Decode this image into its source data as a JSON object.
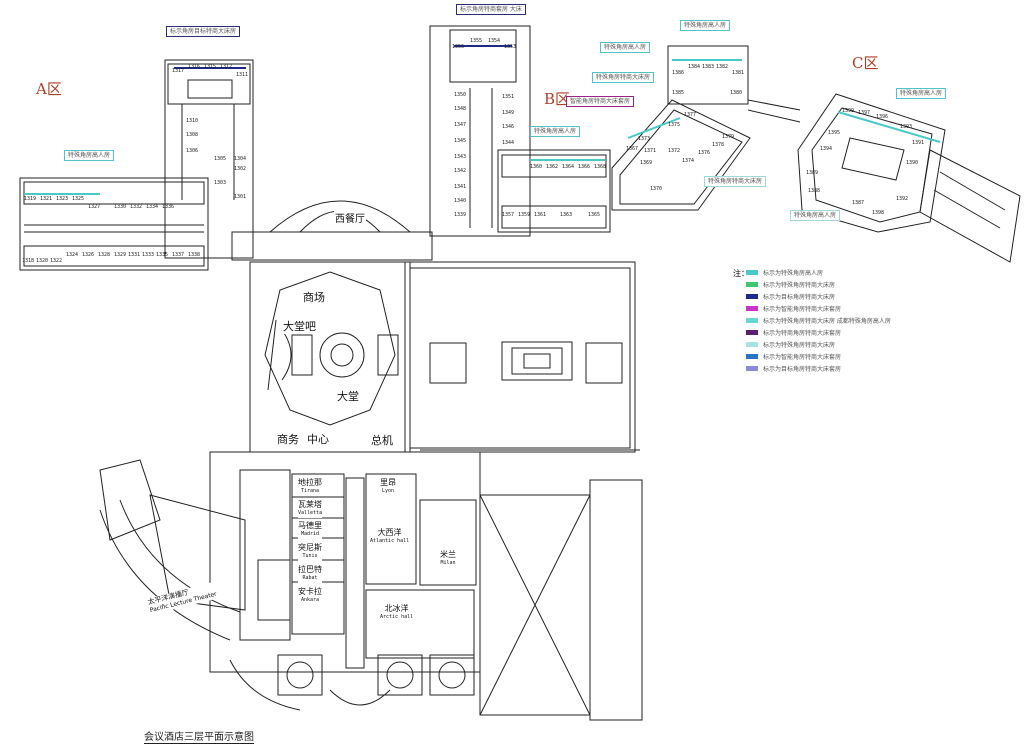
{
  "zones": {
    "a": "A区",
    "b": "B区",
    "c": "C区"
  },
  "tags": [
    {
      "text": "标示角房目标特商大床房",
      "color": "#2c2c7a"
    },
    {
      "text": "标示角房特商套房 大床",
      "color": "#2c2c7a"
    },
    {
      "text": "特殊角房高人房",
      "color": "#4fc4c9"
    },
    {
      "text": "特殊角房高人房",
      "color": "#4fc4c9"
    },
    {
      "text": "特殊角房特商大床房",
      "color": "#4fc4c9"
    },
    {
      "text": "特殊角房高人房",
      "color": "#4fc4c9"
    },
    {
      "text": "智能角房特商大床套房",
      "color": "#a0208a"
    },
    {
      "text": "特殊角房高人房",
      "color": "#4fc4c9"
    },
    {
      "text": "特殊角房特商大床房",
      "color": "#9fd9da"
    },
    {
      "text": "特殊角房高人房",
      "color": "#4fc4c9"
    },
    {
      "text": "特殊角房高人房",
      "color": "#9fd9da"
    }
  ],
  "rooms": {
    "a_north": [
      "1317",
      "1316",
      "1315",
      "1312",
      "1311"
    ],
    "a_wing_left": [
      "1310",
      "1308",
      "1306",
      "1305",
      "1304",
      "1303",
      "1302",
      "1301"
    ],
    "a_top": [
      "1319",
      "1321",
      "1323",
      "1325",
      "1327",
      "1330",
      "1332",
      "1334",
      "1336"
    ],
    "a_bottom": [
      "1318",
      "1320",
      "1322",
      "1324",
      "1326",
      "1328",
      "1329",
      "1331",
      "1333",
      "1335",
      "1337",
      "1338"
    ],
    "b_tower_top": [
      "1356",
      "1355",
      "1354",
      "1353"
    ],
    "b_tower_left": [
      "1350",
      "1348",
      "1347",
      "1345",
      "1343",
      "1342",
      "1341",
      "1340",
      "1339"
    ],
    "b_tower_right": [
      "1351",
      "1349",
      "1346",
      "1344"
    ],
    "b_block": [
      "1360",
      "1362",
      "1364",
      "1366",
      "1368",
      "1357",
      "1359",
      "1361",
      "1363",
      "1365"
    ],
    "b_diag": [
      "1377",
      "1375",
      "1373",
      "1371",
      "1369",
      "1367",
      "1372",
      "1374",
      "1376",
      "1378",
      "1379",
      "1370"
    ],
    "b_top": [
      "1386",
      "1384",
      "1383",
      "1382",
      "1381",
      "1385",
      "1380"
    ],
    "c_rooms": [
      "1399",
      "1397",
      "1396",
      "1395",
      "1394",
      "1393",
      "1391",
      "1390",
      "1389",
      "1388",
      "1387",
      "1398",
      "1392"
    ]
  },
  "labels": {
    "west_dining": "西餐厅",
    "mall": "商场",
    "lobby_bar": "大堂吧",
    "lobby": "大堂",
    "business": "商务",
    "center": "中心",
    "switchboard": "总机",
    "rooms": [
      {
        "cn": "地拉那",
        "en": "Tirana"
      },
      {
        "cn": "瓦莱塔",
        "en": "Valletta"
      },
      {
        "cn": "马德里",
        "en": "Madrid"
      },
      {
        "cn": "突尼斯",
        "en": "Tunis"
      },
      {
        "cn": "拉巴特",
        "en": "Rabat"
      },
      {
        "cn": "安卡拉",
        "en": "Ankara"
      }
    ],
    "lyon": {
      "cn": "里昂",
      "en": "Lyon"
    },
    "atlantic": {
      "cn": "大西洋",
      "en": "Atlantic hall"
    },
    "milan": {
      "cn": "米兰",
      "en": "Milan"
    },
    "arctic": {
      "cn": "北冰洋",
      "en": "Arctic hall"
    },
    "pacific": {
      "cn": "太平洋演播厅",
      "en": "Pacific Lecture Theater"
    }
  },
  "legend": {
    "note": "注：",
    "items": [
      {
        "color": "#48c8c8",
        "text": "标示为特殊角房高人房"
      },
      {
        "color": "#3cc86e",
        "text": "标示为特殊角房特商大床房"
      },
      {
        "color": "#1e2a8a",
        "text": "标示为目标角房特商大床房"
      },
      {
        "color": "#c832c8",
        "text": "标示为智能角房特商大床套房"
      },
      {
        "color": "#6ad6d6",
        "text": "标示为特殊角房特商大床房  成都特殊角房高人房"
      },
      {
        "color": "#5a1e6e",
        "text": "标示为特商角房特商大床套房"
      },
      {
        "color": "#a8e2e2",
        "text": "标示为特殊角房特商大床房"
      },
      {
        "color": "#2a72c8",
        "text": "标示为智能角房特商大床套房"
      },
      {
        "color": "#8a8ad6",
        "text": "标示为目标角房特商大床套房"
      }
    ]
  },
  "title": "会议酒店三层平面示意图"
}
